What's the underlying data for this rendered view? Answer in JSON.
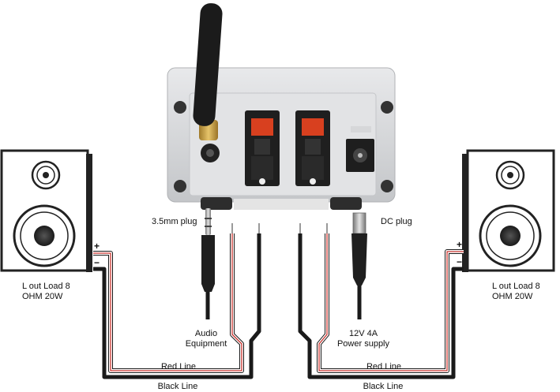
{
  "labels": {
    "jack_plug": "3.5mm plug",
    "dc_plug": "DC plug",
    "left_speaker_line1": "L out Load 8",
    "left_speaker_line2": "OHM 20W",
    "right_speaker_line1": "L out Load 8",
    "right_speaker_line2": "OHM 20W",
    "audio_line1": "Audio",
    "audio_line2": "Equipment",
    "power_line1": "12V 4A",
    "power_line2": "Power supply",
    "red_line_left": "Red Line",
    "black_line_left": "Black Line",
    "red_line_right": "Red Line",
    "black_line_right": "Black Line",
    "plus_left": "+",
    "minus_left": "−",
    "plus_right": "+",
    "minus_right": "−"
  },
  "colors": {
    "cable_black": "#1a1a1a",
    "cable_red": "#c8322c",
    "amp_body": "#d5d7da",
    "speaker_outline": "#222222",
    "terminal_red": "#d8401f"
  }
}
